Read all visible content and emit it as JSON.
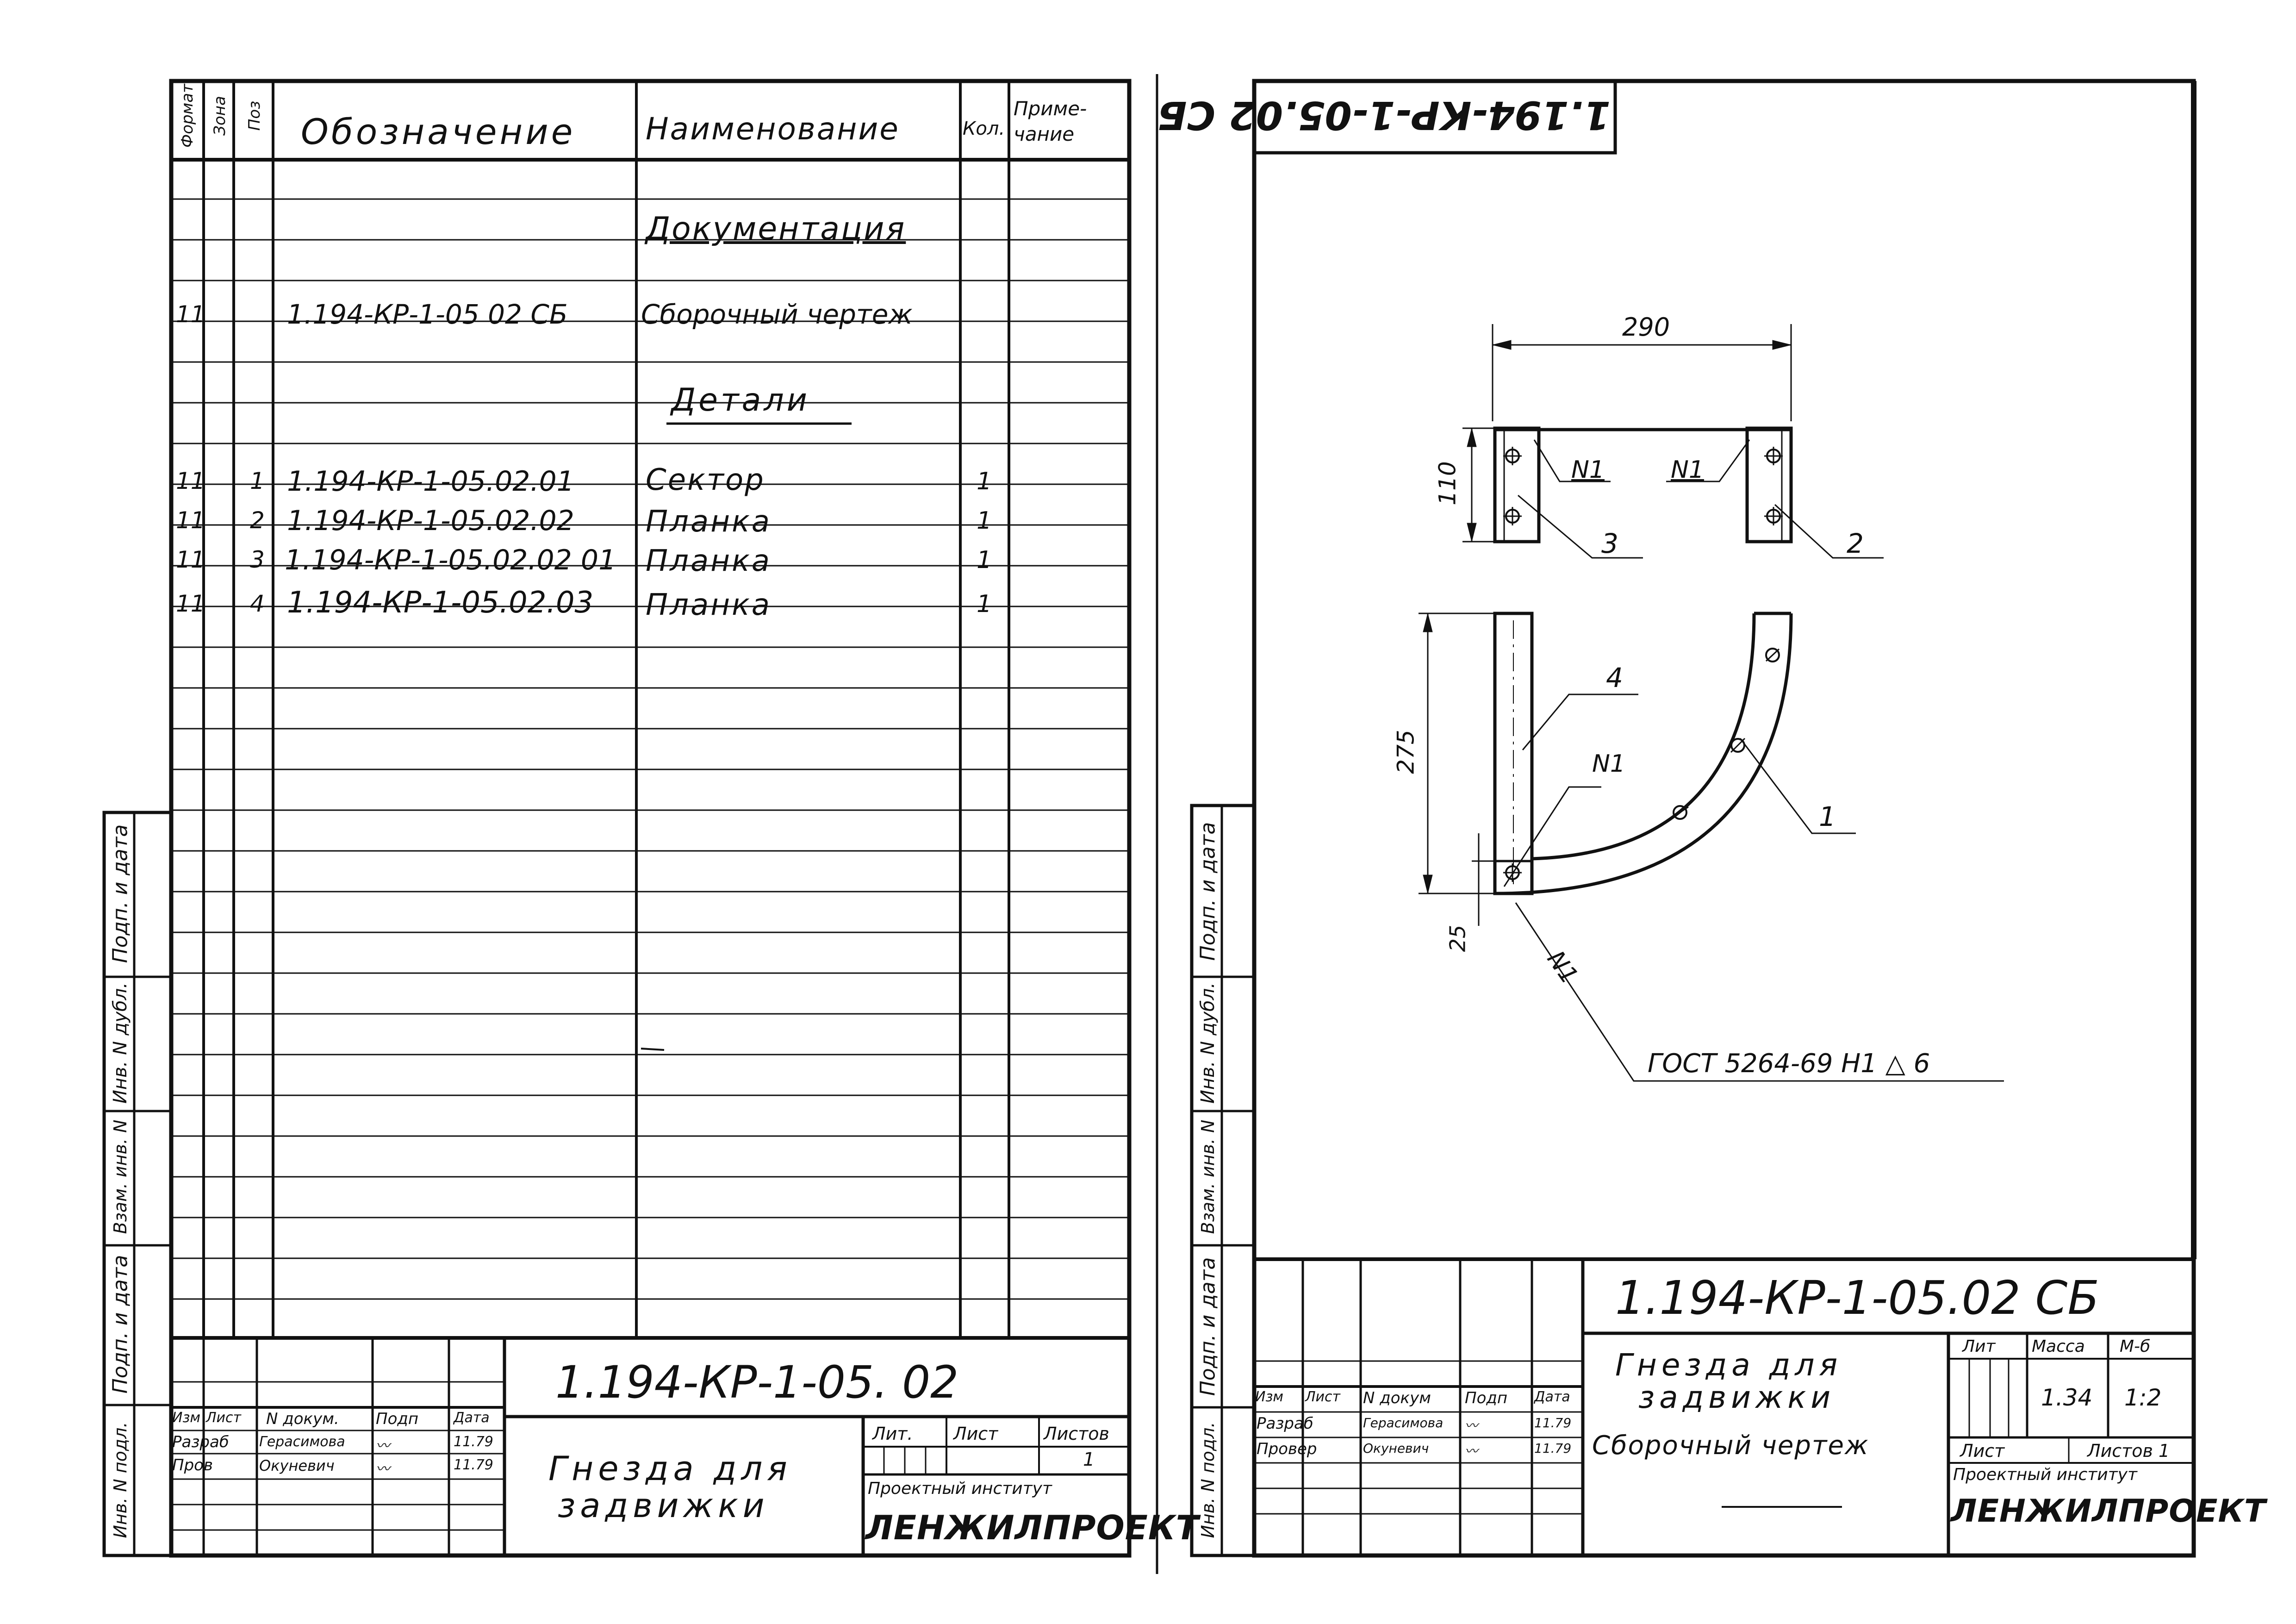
{
  "spec": {
    "headers": {
      "format": "Формат",
      "zone": "Зона",
      "pos": "Поз",
      "designation": "Обозначение",
      "name": "Наименование",
      "qty": "Кол.",
      "note_1": "Приме-",
      "note_2": "чание"
    },
    "section_docs": "Документация",
    "section_parts": "Детали",
    "rows": [
      {
        "format": "11",
        "pos": "",
        "designation": "1.194-КР-1-05 02 СБ",
        "name": "Сборочный чертеж",
        "qty": ""
      },
      {
        "format": "11",
        "pos": "1",
        "designation": "1.194-КР-1-05.02.01",
        "name": "Сектор",
        "qty": "1"
      },
      {
        "format": "11",
        "pos": "2",
        "designation": "1.194-КР-1-05.02.02",
        "name": "Планка",
        "qty": "1"
      },
      {
        "format": "11",
        "pos": "3",
        "designation": "1.194-КР-1-05.02.02 01",
        "name": "Планка",
        "qty": "1"
      },
      {
        "format": "11",
        "pos": "4",
        "designation": "1.194-КР-1-05.02.03",
        "name": "Планка",
        "qty": "1"
      }
    ],
    "side_labels": [
      "Подп. и дата",
      "Инв. N дубл.",
      "Взам. инв. N",
      "Подп. и дата",
      "Инв. N подл."
    ],
    "title_block": {
      "code": "1.194-КР-1-05. 02",
      "izm": "Изм",
      "list": "Лист",
      "ndoc": "N докум.",
      "podp": "Подп",
      "data": "Дата",
      "razrab_role": "Разраб",
      "razrab_name": "Герасимова",
      "razrab_date": "11.79",
      "prov_role": "Пров",
      "prov_name": "Окуневич",
      "prov_date": "11.79",
      "title_1": "Гнезда для",
      "title_2": "задвижки",
      "lit": "Лит.",
      "sheet": "Лист",
      "sheets": "Листов",
      "sheets_value": "1",
      "org_1": "Проектный институт",
      "org_2": "ЛЕНЖИЛПРОЕКТ"
    }
  },
  "drawing": {
    "stamp_code": "1.194-КР-1-05.02 СБ",
    "dimensions": {
      "width": "290",
      "height_top": "110",
      "height_main": "275",
      "offset": "25"
    },
    "callouts": {
      "pos1": "1",
      "pos2": "2",
      "pos3": "3",
      "pos4": "4",
      "weld": "N1"
    },
    "gost_note": "ГОСТ 5264-69 Н1",
    "gost_symbol": "6",
    "side_labels": [
      "Подп. и дата",
      "Инв. N дубл.",
      "Взам. инв. N",
      "Подп. и дата",
      "Инв. N подл."
    ],
    "title_block": {
      "code": "1.194-КР-1-05.02 СБ",
      "izm": "Изм",
      "list": "Лист",
      "ndoc": "N докум",
      "podp": "Подп",
      "data": "Дата",
      "razrab_role": "Разраб",
      "razrab_name": "Герасимова",
      "razrab_date": "11.79",
      "prov_role": "Провер",
      "prov_name": "Окуневич",
      "prov_date": "11.79",
      "title_1": "Гнезда для",
      "title_2": "задвижки",
      "doc_type": "Сборочный чертеж",
      "lit": "Лит",
      "mass": "Масса",
      "scale_label": "М-б",
      "mass_value": "1.34",
      "scale_value": "1:2",
      "sheet": "Лист",
      "sheets": "Листов 1",
      "org_1": "Проектный институт",
      "org_2": "ЛЕНЖИЛПРОЕКТ"
    }
  }
}
